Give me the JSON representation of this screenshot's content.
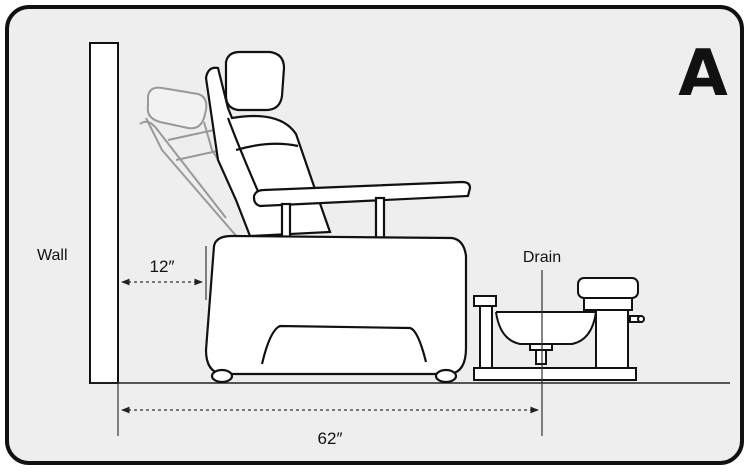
{
  "diagram": {
    "panel_label": "A",
    "labels": {
      "wall": "Wall",
      "drain": "Drain",
      "clearance_wall_to_chair": "12″",
      "wall_to_drain": "62″"
    },
    "colors": {
      "panel_fill": "#eeeeee",
      "panel_border": "#111111",
      "line_art": "#111111",
      "ghost_chair": "#9a9a9a",
      "dimension_line": "#333333"
    }
  }
}
